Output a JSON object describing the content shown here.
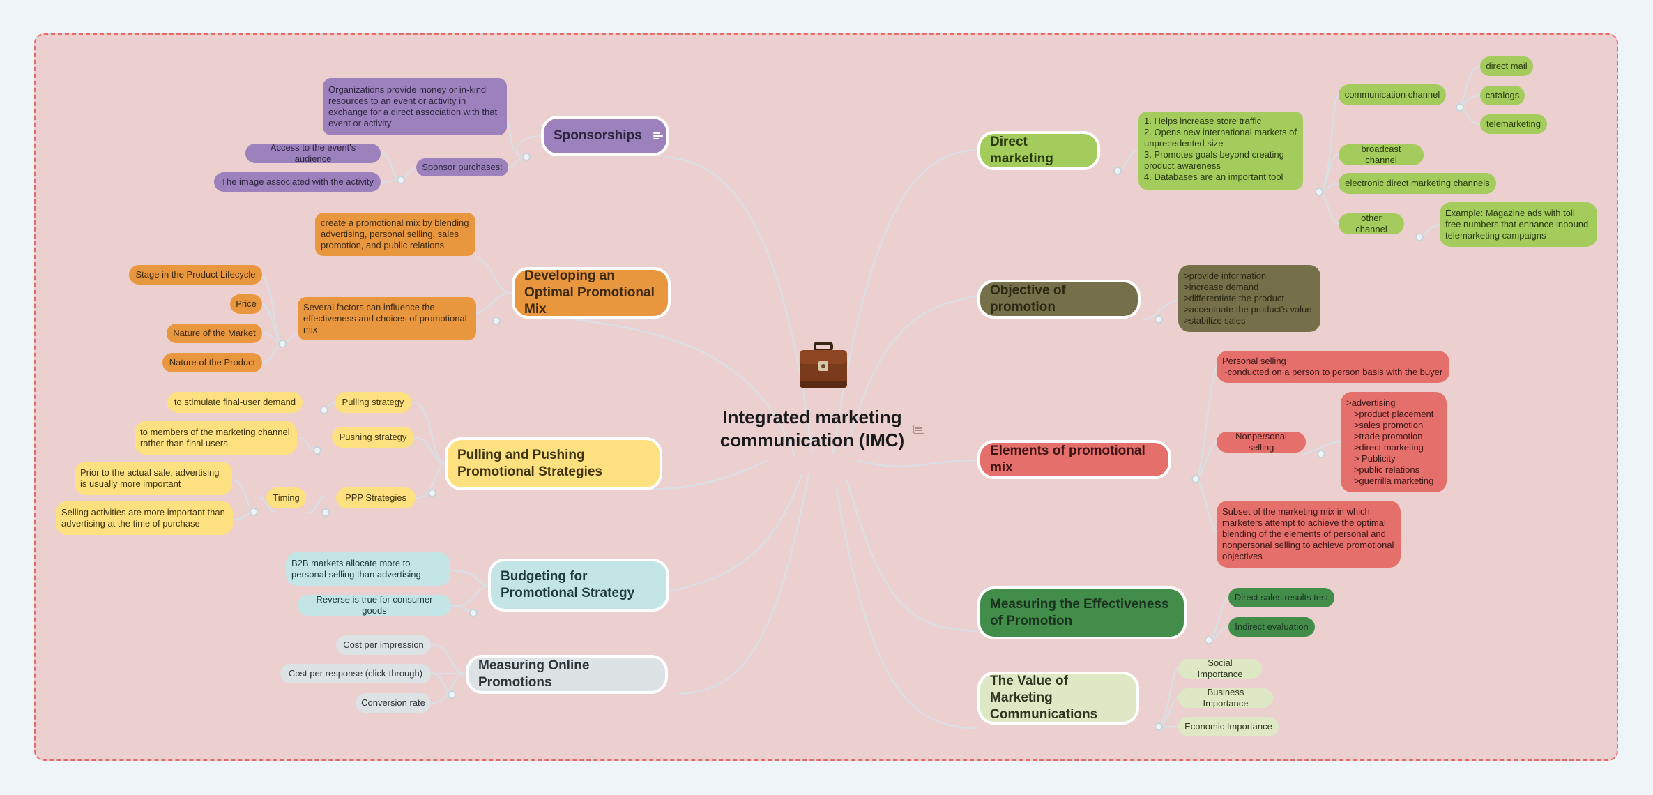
{
  "central": {
    "title": "Integrated marketing communication (IMC)"
  },
  "colors": {
    "purple": "#9d81bd",
    "orange": "#e8973f",
    "yellow": "#fde07f",
    "cyan": "#c3e5e6",
    "gray": "#dde2e5",
    "green": "#a3cc5c",
    "olive": "#76704a",
    "red": "#e46f6b",
    "darkgreen": "#438d4a",
    "lightgreen": "#dfe8c4"
  },
  "sponsorships": {
    "title": "Sponsorships",
    "definition": "Organizations provide money or in-kind resources to an event or activity in exchange for a direct association with that event or activity",
    "purchases_label": "Sponsor purchases:",
    "purchase_items": [
      "Access to the event's audience",
      "The image associated with the activity"
    ]
  },
  "promo_mix": {
    "title": "Developing an Optimal Promotional Mix",
    "blend": "create a promotional mix by blending advertising, personal selling, sales promotion, and public relations",
    "factors_label": "Several factors can influence the effectiveness and choices of promotional mix",
    "factors": [
      "Stage in the Product Lifecycle",
      "Price",
      "Nature of the Market",
      "Nature of the Product"
    ]
  },
  "pull_push": {
    "title": "Pulling and Pushing Promotional Strategies",
    "pulling_label": "Pulling strategy",
    "pulling_detail": "to stimulate final-user demand",
    "pushing_label": "Pushing strategy",
    "pushing_detail": "to members of the marketing channel rather than final users",
    "ppp_label": "PPP Strategies",
    "timing_label": "Timing",
    "timing_items": [
      "Prior to the actual sale, advertising is usually more important",
      "Selling activities are more important than advertising at the time of purchase"
    ]
  },
  "budgeting": {
    "title": "Budgeting for Promotional Strategy",
    "items": [
      "B2B markets allocate more to personal selling than advertising",
      "Reverse is true for consumer goods"
    ]
  },
  "online": {
    "title": "Measuring Online Promotions",
    "items": [
      "Cost per impression",
      "Cost per response (click-through)",
      "Conversion rate"
    ]
  },
  "direct": {
    "title": "Direct marketing",
    "benefits": "1. Helps increase store traffic\n2. Opens new international markets of unprecedented size\n3. Promotes goals beyond creating product awareness\n4. Databases are an important tool",
    "comm_channel": "communication channel",
    "comm_items": [
      "direct mail",
      "catalogs",
      "telemarketing"
    ],
    "broadcast": "broadcast channel",
    "electronic": "electronic direct marketing channels",
    "other": "other channel",
    "other_example": "Example: Magazine ads with toll free numbers that enhance inbound telemarketing campaigns"
  },
  "objective": {
    "title": "Objective of promotion",
    "items": ">provide information\n>increase demand\n>differentiate the product\n>accentuate the product's value\n>stabilize sales"
  },
  "elements": {
    "title": "Elements of promotional mix",
    "personal": "Personal selling\n~conducted on a person to person basis with the buyer",
    "nonpersonal": "Nonpersonal selling",
    "nonpersonal_items": ">advertising\n   >product placement\n   >sales promotion\n   >trade promotion\n   >direct marketing\n   > Publicity\n   >public relations\n   >guerrilla marketing",
    "subset": "Subset of the marketing mix in which marketers attempt to achieve the optimal blending of the elements of personal and nonpersonal selling to achieve promotional objectives"
  },
  "measuring": {
    "title": "Measuring the Effectiveness of Promotion",
    "items": [
      "Direct sales results test",
      "Indirect evaluation"
    ]
  },
  "value": {
    "title": "The Value of Marketing Communications",
    "items": [
      "Social Importance",
      "Business Importance",
      "Economic Importance"
    ]
  }
}
